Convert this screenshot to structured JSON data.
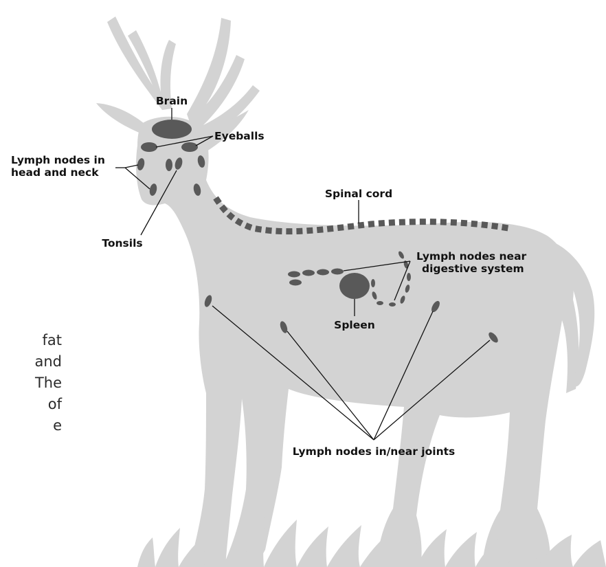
{
  "colors": {
    "silhouette": "#d3d3d3",
    "organ": "#595959",
    "leader_line": "#111111",
    "label_text": "#111111",
    "body_text": "#2b2b2b",
    "background": "#ffffff"
  },
  "labels": {
    "brain": "Brain",
    "eyeballs": "Eyeballs",
    "lymph_head_neck_line1": "Lymph nodes in",
    "lymph_head_neck_line2": "head and  neck",
    "tonsils": "Tonsils",
    "spinal_cord": "Spinal cord",
    "lymph_digestive_line1": "Lymph nodes near",
    "lymph_digestive_line2": "digestive system",
    "spleen": "Spleen",
    "lymph_joints": "Lymph nodes in/near joints"
  },
  "side_text": {
    "line1": "fat",
    "line2": "and",
    "line3": "The",
    "line4": "of",
    "line5": "e"
  }
}
